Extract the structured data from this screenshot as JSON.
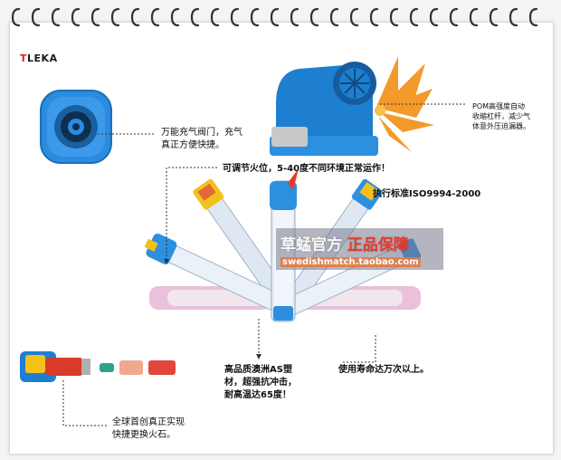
{
  "brand": {
    "first": "T",
    "rest": "LEKA"
  },
  "labels": {
    "valve_1": "万能充气阀门，充气",
    "valve_2": "真正方便快捷。",
    "pom_1": "POM高强度自动",
    "pom_2": "收缩杠杆，减少气",
    "pom_3": "体意外压迫漏器。",
    "flame": "可调节火位，5-40度不同环境正常运作！",
    "standard": "执行标准ISO9994-2000",
    "material_1": "高品质澳洲AS塑",
    "material_2": "材，超强抗冲击，",
    "material_3": "耐高温达65度！",
    "lifetime": "使用寿命达万次以上。",
    "flint_1": "全球首创真正实现",
    "flint_2": "快捷更换火石。"
  },
  "watermark": {
    "main_a": "草蜢官方 ",
    "main_b": "正品保障",
    "url": "swedishmatch.taobao.com"
  },
  "colors": {
    "blue": "#1e7fd1",
    "orange": "#f08a1c",
    "red": "#d42a1e",
    "yellow": "#f2c21b"
  }
}
